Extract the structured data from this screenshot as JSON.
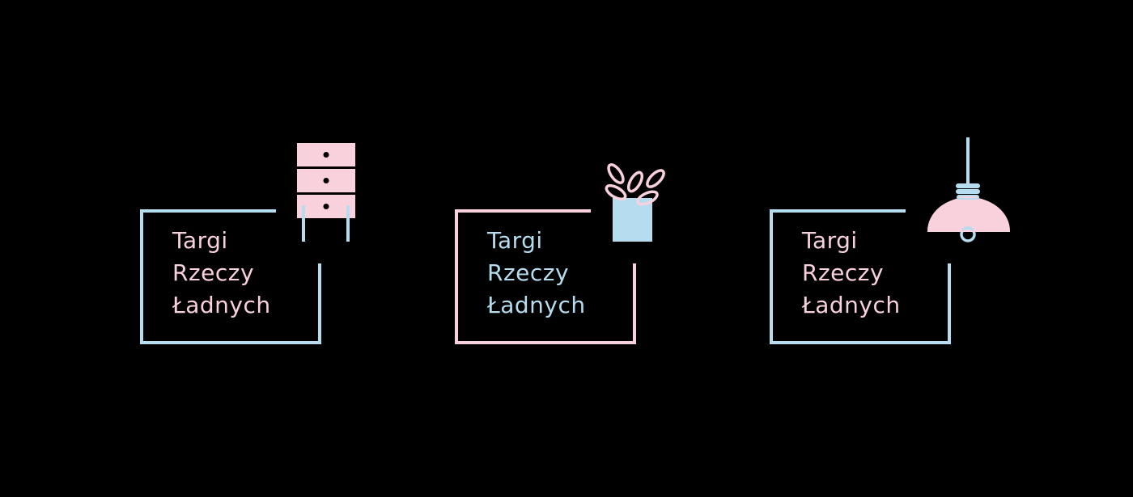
{
  "colors": {
    "background": "#000000",
    "pink": "#F9D1DC",
    "blue": "#B6DDEF"
  },
  "logos": [
    {
      "variant": "dresser",
      "frame_color": "blue",
      "text_color": "pink",
      "icon": "dresser-icon",
      "lines": [
        "Targi",
        "Rzeczy",
        "Ładnych"
      ]
    },
    {
      "variant": "plant",
      "frame_color": "pink",
      "text_color": "blue",
      "icon": "potted-plant-icon",
      "lines": [
        "Targi",
        "Rzeczy",
        "Ładnych"
      ]
    },
    {
      "variant": "lamp",
      "frame_color": "blue",
      "text_color": "pink",
      "icon": "pendant-lamp-icon",
      "lines": [
        "Targi",
        "Rzeczy",
        "Ładnych"
      ]
    }
  ]
}
